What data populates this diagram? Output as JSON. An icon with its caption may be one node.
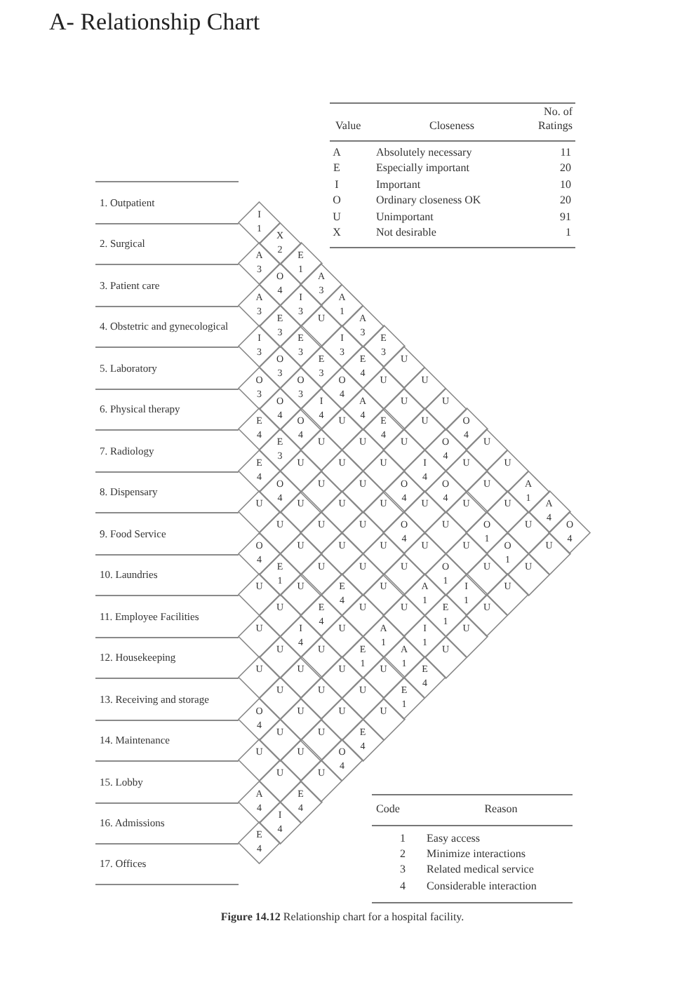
{
  "diagram": {
    "title": "A- Relationship Chart",
    "caption": "**Figure 14.12** Relationship chart for a hospital facility.",
    "nodes": [
      {
        "text": [
          "1. Outpatient"
        ]
      },
      {
        "text": [
          "2. Surgical"
        ]
      },
      {
        "text": [
          "3. Patient care"
        ]
      },
      {
        "text": [
          "4. Obstetric and gynecological"
        ]
      },
      {
        "text": [
          "5. Laboratory"
        ]
      },
      {
        "text": [
          "6. Physical therapy"
        ]
      },
      {
        "text": [
          "7. Radiology"
        ]
      },
      {
        "text": [
          "8. Dispensary"
        ]
      },
      {
        "text": [
          "9. Food Service"
        ]
      },
      {
        "text": [
          "10. Laundries"
        ]
      },
      {
        "text": [
          "11. Employee Facilities"
        ]
      },
      {
        "text": [
          "12. Housekeeping"
        ]
      },
      {
        "text": [
          "13. Receiving and storage"
        ]
      },
      {
        "text": [
          "14. Maintenance"
        ]
      },
      {
        "text": [
          "15. Lobby"
        ]
      },
      {
        "text": [
          "16. Admissions"
        ]
      },
      {
        "text": [
          "17. Offices"
        ]
      },
      {
        "text": [
          "I",
          "1"
        ]
      },
      {
        "text": [
          "X",
          "2"
        ]
      },
      {
        "text": [
          "E",
          "1"
        ]
      },
      {
        "text": [
          "A",
          "3"
        ]
      },
      {
        "text": [
          "A",
          "1"
        ]
      },
      {
        "text": [
          "A",
          "3"
        ]
      },
      {
        "text": [
          "E",
          "3"
        ]
      },
      {
        "text": [
          "U"
        ]
      },
      {
        "text": [
          "U"
        ]
      },
      {
        "text": [
          "U"
        ]
      },
      {
        "text": [
          "O",
          "4"
        ]
      },
      {
        "text": [
          "U"
        ]
      },
      {
        "text": [
          "U"
        ]
      },
      {
        "text": [
          "A",
          "1"
        ]
      },
      {
        "text": [
          "A",
          "4"
        ]
      },
      {
        "text": [
          "O",
          "4"
        ]
      },
      {
        "text": [
          "A",
          "3"
        ]
      },
      {
        "text": [
          "O",
          "4"
        ]
      },
      {
        "text": [
          "I",
          "3"
        ]
      },
      {
        "text": [
          "U"
        ]
      },
      {
        "text": [
          "I",
          "3"
        ]
      },
      {
        "text": [
          "E",
          "4"
        ]
      },
      {
        "text": [
          "U"
        ]
      },
      {
        "text": [
          "U"
        ]
      },
      {
        "text": [
          "U"
        ]
      },
      {
        "text": [
          "O",
          "4"
        ]
      },
      {
        "text": [
          "U"
        ]
      },
      {
        "text": [
          "U"
        ]
      },
      {
        "text": [
          "U"
        ]
      },
      {
        "text": [
          "U"
        ]
      },
      {
        "text": [
          "U"
        ]
      },
      {
        "text": [
          "A",
          "3"
        ]
      },
      {
        "text": [
          "E",
          "3"
        ]
      },
      {
        "text": [
          "E",
          "3"
        ]
      },
      {
        "text": [
          "E",
          "3"
        ]
      },
      {
        "text": [
          "O",
          "4"
        ]
      },
      {
        "text": [
          "A",
          "4"
        ]
      },
      {
        "text": [
          "E",
          "4"
        ]
      },
      {
        "text": [
          "U"
        ]
      },
      {
        "text": [
          "I",
          "4"
        ]
      },
      {
        "text": [
          "O",
          "4"
        ]
      },
      {
        "text": [
          "U"
        ]
      },
      {
        "text": [
          "O",
          "1"
        ]
      },
      {
        "text": [
          "O",
          "1"
        ]
      },
      {
        "text": [
          "U"
        ]
      },
      {
        "text": [
          "I",
          "3"
        ]
      },
      {
        "text": [
          "O",
          "3"
        ]
      },
      {
        "text": [
          "O",
          "3"
        ]
      },
      {
        "text": [
          "I",
          "4"
        ]
      },
      {
        "text": [
          "U"
        ]
      },
      {
        "text": [
          "U"
        ]
      },
      {
        "text": [
          "U"
        ]
      },
      {
        "text": [
          "O",
          "4"
        ]
      },
      {
        "text": [
          "U"
        ]
      },
      {
        "text": [
          "U"
        ]
      },
      {
        "text": [
          "U"
        ]
      },
      {
        "text": [
          "U"
        ]
      },
      {
        "text": [
          "U"
        ]
      },
      {
        "text": [
          "O",
          "3"
        ]
      },
      {
        "text": [
          "O",
          "4"
        ]
      },
      {
        "text": [
          "O",
          "4"
        ]
      },
      {
        "text": [
          "U"
        ]
      },
      {
        "text": [
          "U"
        ]
      },
      {
        "text": [
          "U"
        ]
      },
      {
        "text": [
          "U"
        ]
      },
      {
        "text": [
          "O",
          "4"
        ]
      },
      {
        "text": [
          "U"
        ]
      },
      {
        "text": [
          "O",
          "1"
        ]
      },
      {
        "text": [
          "I",
          "1"
        ]
      },
      {
        "text": [
          "U"
        ]
      },
      {
        "text": [
          "E",
          "4"
        ]
      },
      {
        "text": [
          "E",
          "3"
        ]
      },
      {
        "text": [
          "U"
        ]
      },
      {
        "text": [
          "U"
        ]
      },
      {
        "text": [
          "U"
        ]
      },
      {
        "text": [
          "U"
        ]
      },
      {
        "text": [
          "U"
        ]
      },
      {
        "text": [
          "U"
        ]
      },
      {
        "text": [
          "A",
          "1"
        ]
      },
      {
        "text": [
          "E",
          "1"
        ]
      },
      {
        "text": [
          "U"
        ]
      },
      {
        "text": [
          "E",
          "4"
        ]
      },
      {
        "text": [
          "O",
          "4"
        ]
      },
      {
        "text": [
          "U"
        ]
      },
      {
        "text": [
          "U"
        ]
      },
      {
        "text": [
          "U"
        ]
      },
      {
        "text": [
          "U"
        ]
      },
      {
        "text": [
          "U"
        ]
      },
      {
        "text": [
          "U"
        ]
      },
      {
        "text": [
          "I",
          "1"
        ]
      },
      {
        "text": [
          "U"
        ]
      },
      {
        "text": [
          "U"
        ]
      },
      {
        "text": [
          "U"
        ]
      },
      {
        "text": [
          "U"
        ]
      },
      {
        "text": [
          "U"
        ]
      },
      {
        "text": [
          "E",
          "4"
        ]
      },
      {
        "text": [
          "U"
        ]
      },
      {
        "text": [
          "A",
          "1"
        ]
      },
      {
        "text": [
          "A",
          "1"
        ]
      },
      {
        "text": [
          "E",
          "4"
        ]
      },
      {
        "text": [
          "O",
          "4"
        ]
      },
      {
        "text": [
          "E",
          "1"
        ]
      },
      {
        "text": [
          "U"
        ]
      },
      {
        "text": [
          "E",
          "4"
        ]
      },
      {
        "text": [
          "U"
        ]
      },
      {
        "text": [
          "E",
          "1"
        ]
      },
      {
        "text": [
          "U"
        ]
      },
      {
        "text": [
          "E",
          "1"
        ]
      },
      {
        "text": [
          "U"
        ]
      },
      {
        "text": [
          "U"
        ]
      },
      {
        "text": [
          "I",
          "4"
        ]
      },
      {
        "text": [
          "U"
        ]
      },
      {
        "text": [
          "U"
        ]
      },
      {
        "text": [
          "U"
        ]
      },
      {
        "text": [
          "U"
        ]
      },
      {
        "text": [
          "U"
        ]
      },
      {
        "text": [
          "U"
        ]
      },
      {
        "text": [
          "U"
        ]
      },
      {
        "text": [
          "U"
        ]
      },
      {
        "text": [
          "U"
        ]
      },
      {
        "text": [
          "E",
          "4"
        ]
      },
      {
        "text": [
          "U"
        ]
      },
      {
        "text": [
          "U"
        ]
      },
      {
        "text": [
          "U"
        ]
      },
      {
        "text": [
          "U"
        ]
      },
      {
        "text": [
          "O",
          "4"
        ]
      },
      {
        "text": [
          "O",
          "4"
        ]
      },
      {
        "text": [
          "U"
        ]
      },
      {
        "text": [
          "U"
        ]
      },
      {
        "text": [
          "U"
        ]
      },
      {
        "text": [
          "U"
        ]
      },
      {
        "text": [
          "U"
        ]
      },
      {
        "text": [
          "E",
          "4"
        ]
      },
      {
        "text": [
          "A",
          "4"
        ]
      },
      {
        "text": [
          "I",
          "4"
        ]
      },
      {
        "text": [
          "E",
          "4"
        ]
      }
    ],
    "labels": [
      "Value",
      "Closeness",
      "No. of Ratings",
      "A",
      "Absolutely necessary",
      "11",
      "E",
      "Especially important",
      "20",
      "I",
      "Important",
      "10",
      "O",
      "Ordinary closeness OK",
      "20",
      "U",
      "Unimportant",
      "91",
      "X",
      "Not desirable",
      "1",
      "Code",
      "Reason",
      "1",
      "Easy access",
      "2",
      "Minimize interactions",
      "3",
      "Related medical service",
      "4",
      "Considerable interaction"
    ]
  }
}
